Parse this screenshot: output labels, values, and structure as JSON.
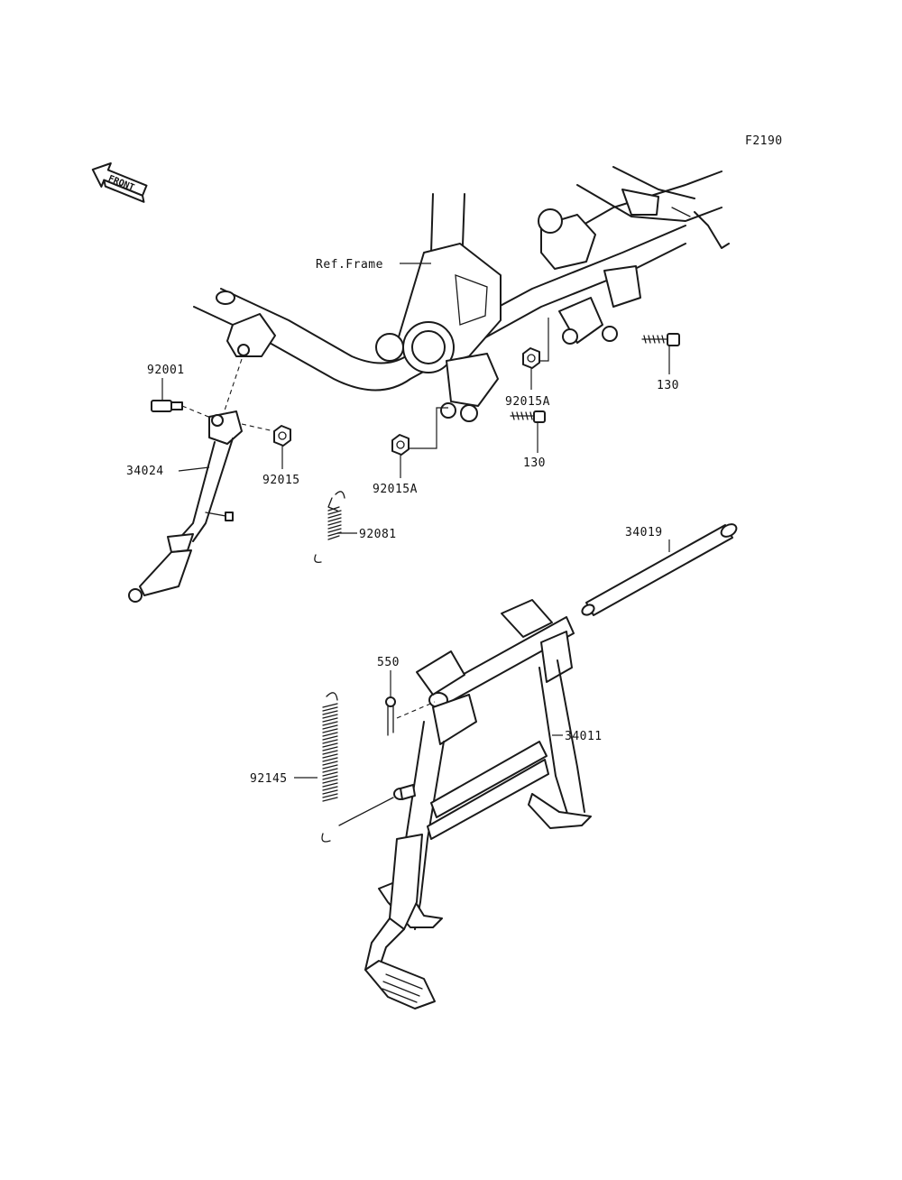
{
  "figure_code": "F2190",
  "front_label": "FRONT",
  "ref_label": "Ref.Frame",
  "parts": {
    "p92001": "92001",
    "p34024": "34024",
    "p92015": "92015",
    "p92081": "92081",
    "p92015A_upper": "92015A",
    "p92015A_lower": "92015A",
    "p130_upper": "130",
    "p130_lower": "130",
    "p34019": "34019",
    "p550": "550",
    "p34011": "34011",
    "p92145": "92145"
  }
}
